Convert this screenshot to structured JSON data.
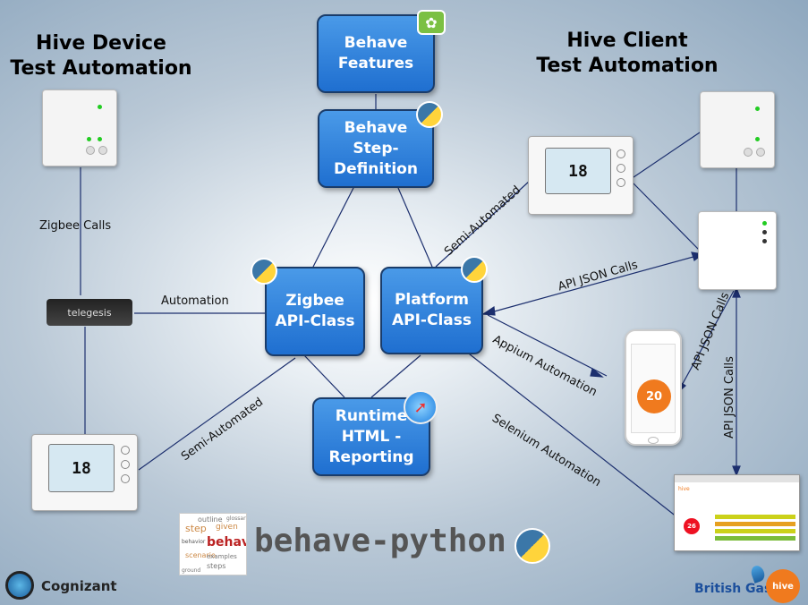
{
  "headings": {
    "device": "Hive Device\nTest Automation",
    "client": "Hive Client\nTest Automation"
  },
  "boxes": {
    "features": "Behave\nFeatures",
    "step_definition": "Behave\nStep-\nDefinition",
    "zigbee": "Zigbee\nAPI-Class",
    "platform": "Platform\nAPI-Class",
    "reporting": "Runtime\nHTML -\nReporting"
  },
  "labels": {
    "zigbee_calls": "Zigbee Calls",
    "automation": "Automation",
    "semi_automated_left": "Semi-Automated",
    "semi_automated_right": "Semi-Automated",
    "api_json_calls_1": "API JSON Calls",
    "api_json_calls_2": "API JSON Calls",
    "api_json_calls_3": "API JSON Calls",
    "appium_automation": "Appium Automation",
    "selenium_automation": "Selenium Automation"
  },
  "devices": {
    "usb_stick": "telegesis",
    "thermostat_left_display": "18",
    "thermostat_right_display": "18",
    "phone_temperature": "20",
    "browser_badge": "26"
  },
  "word_cloud": [
    "behave",
    "step",
    "given",
    "outline",
    "scenario",
    "examples",
    "behavior",
    "steps",
    "glossary",
    "ground"
  ],
  "logos": {
    "behave_python": "behave-python",
    "cognizant": "Cognizant",
    "british_gas": "British Gas",
    "hive": "hive"
  },
  "colors": {
    "box_blue": "#2a80e0",
    "box_border": "#1a3c6a",
    "line_navy": "#1c2f6e",
    "hive_orange": "#f07a1e"
  }
}
